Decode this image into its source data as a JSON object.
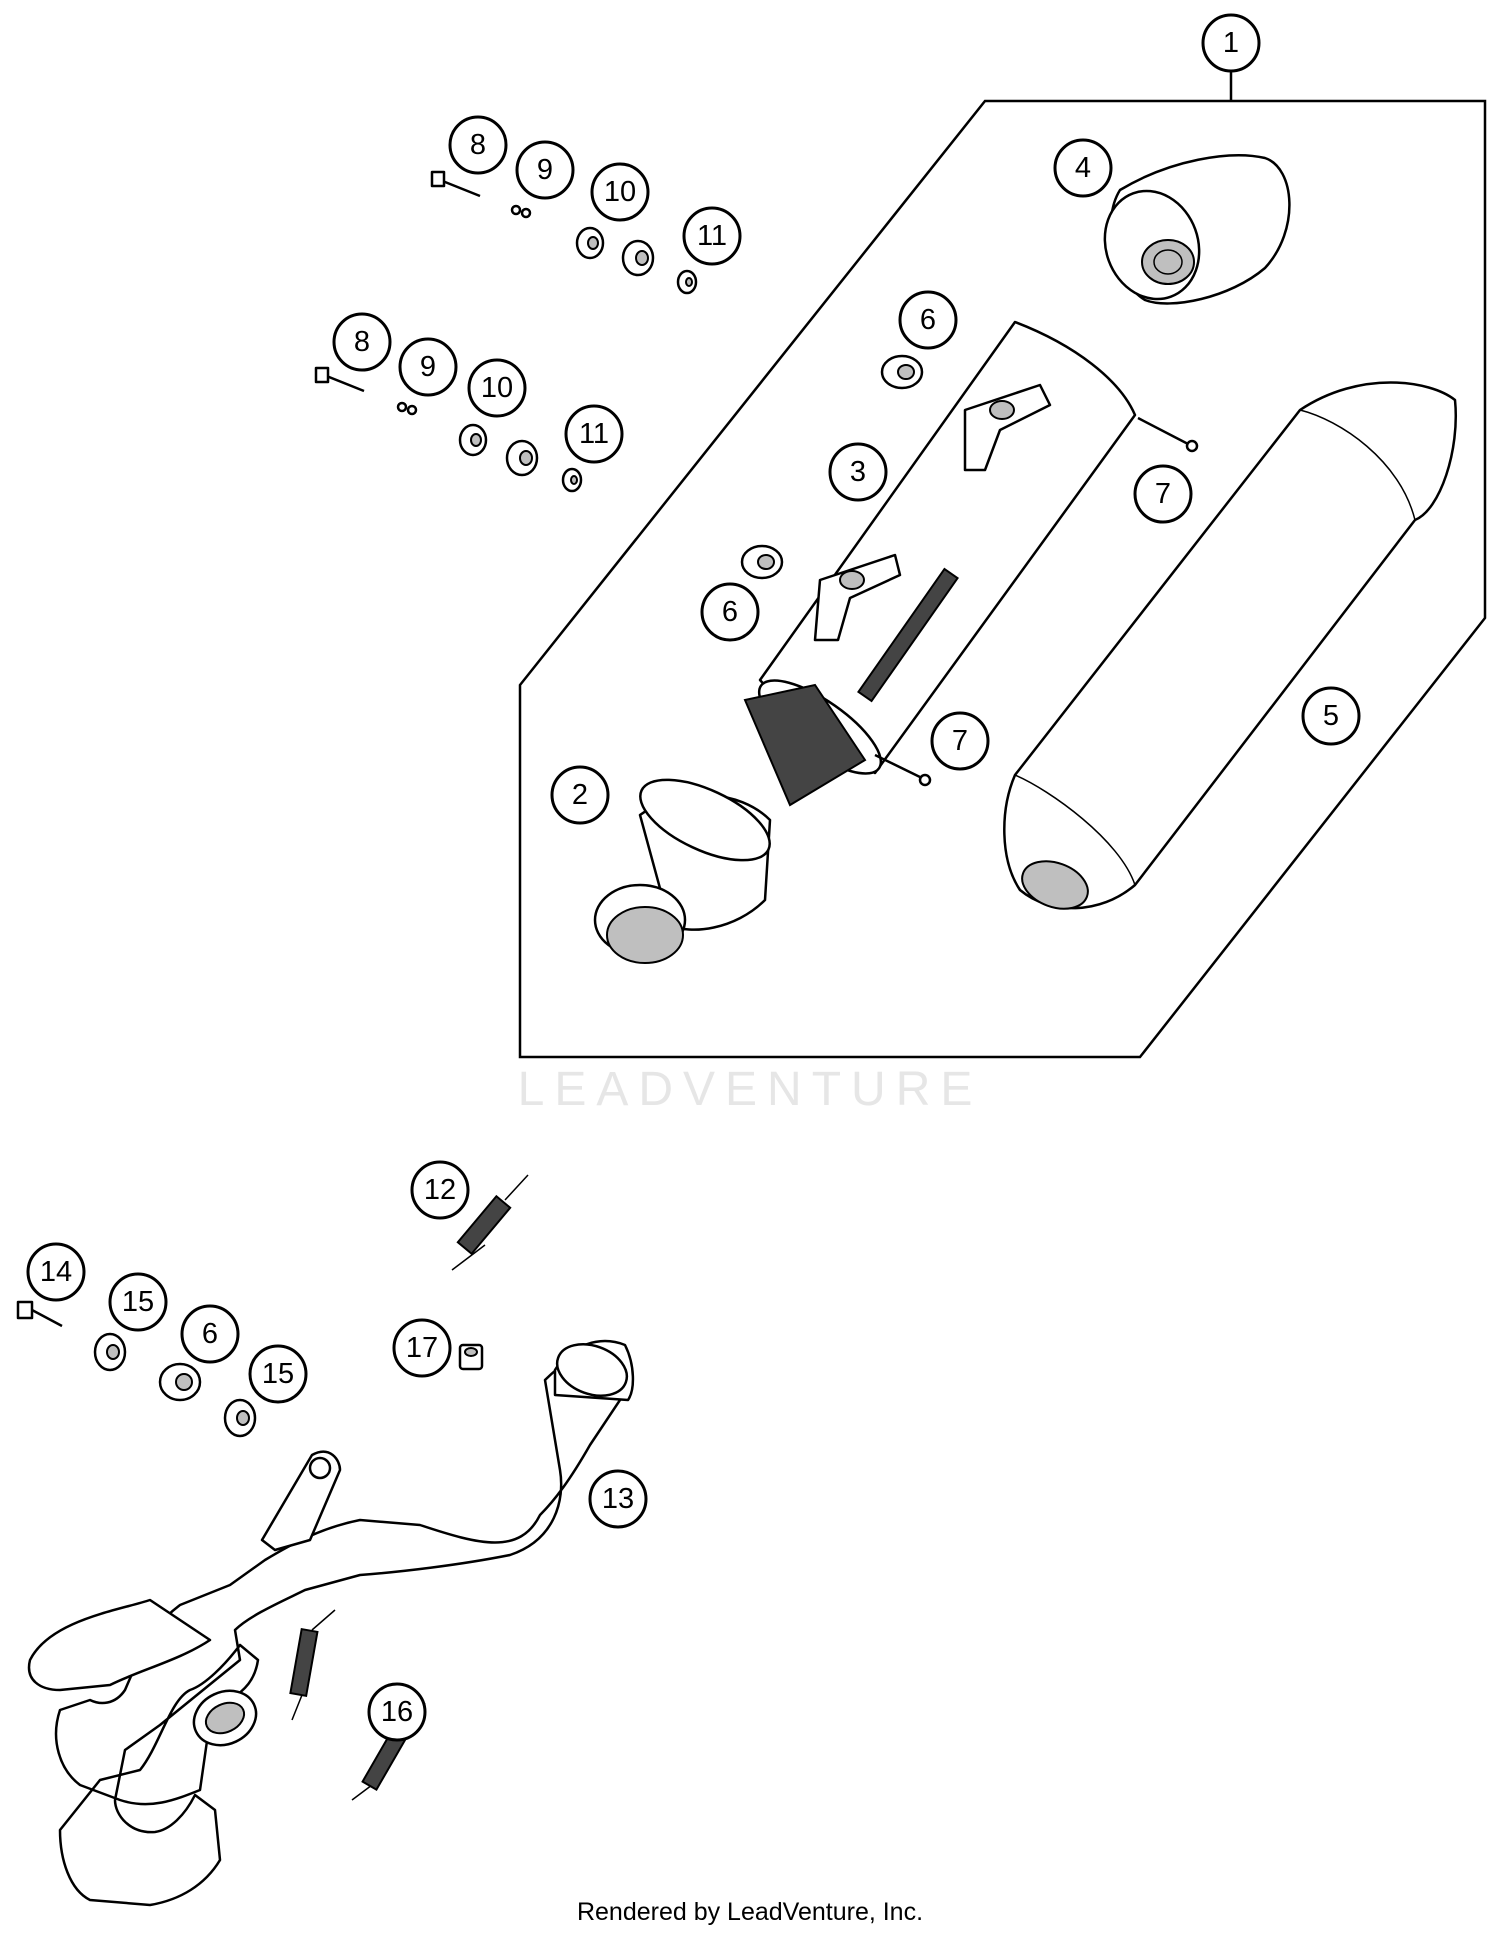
{
  "watermark": "LEADVENTURE",
  "footer": "Rendered by LeadVenture, Inc.",
  "callouts": [
    {
      "num": "1"
    },
    {
      "num": "2"
    },
    {
      "num": "3"
    },
    {
      "num": "4"
    },
    {
      "num": "5"
    },
    {
      "num": "6"
    },
    {
      "num": "6"
    },
    {
      "num": "6"
    },
    {
      "num": "7"
    },
    {
      "num": "7"
    },
    {
      "num": "8"
    },
    {
      "num": "8"
    },
    {
      "num": "9"
    },
    {
      "num": "9"
    },
    {
      "num": "10"
    },
    {
      "num": "10"
    },
    {
      "num": "11"
    },
    {
      "num": "11"
    },
    {
      "num": "12"
    },
    {
      "num": "13"
    },
    {
      "num": "14"
    },
    {
      "num": "15"
    },
    {
      "num": "15"
    },
    {
      "num": "16"
    },
    {
      "num": "17"
    }
  ]
}
